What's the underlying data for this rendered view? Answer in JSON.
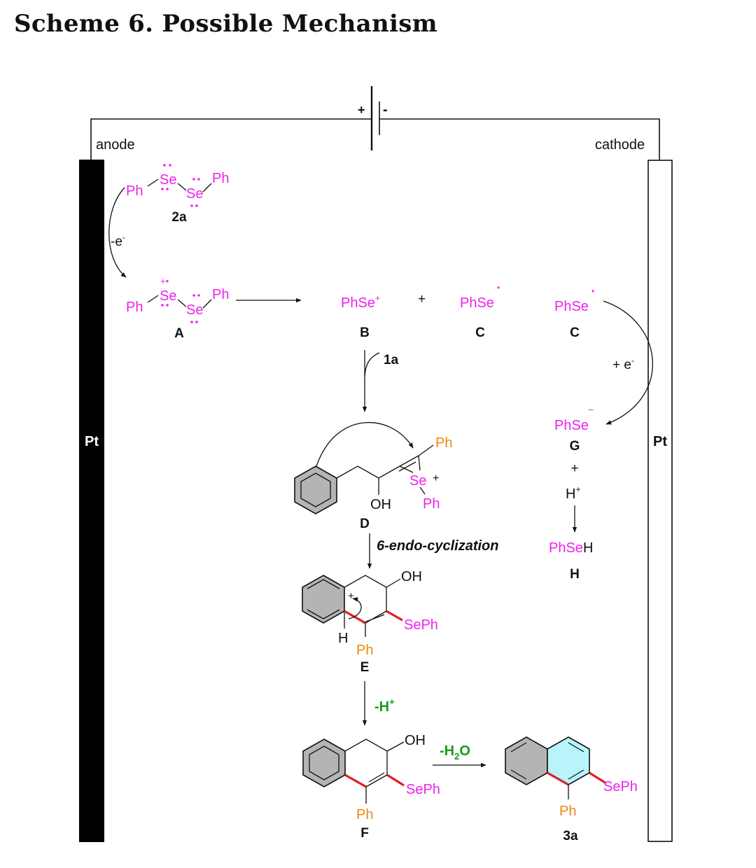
{
  "title": "Scheme 6. Possible Mechanism",
  "battery": {
    "plus": "+",
    "minus": "-"
  },
  "electrodes": {
    "anode_label": "anode",
    "cathode_label": "cathode",
    "anode_material": "Pt",
    "cathode_material": "Pt"
  },
  "steps": {
    "oxidation": "-e",
    "oxidation_sup": "-",
    "reduction": "+ e",
    "reduction_sup": "-",
    "add_1a": "1a",
    "cyclization": "6-endo-cyclization",
    "deprotonation": "-H",
    "deprotonation_sup": "+",
    "dehydration": "-H",
    "dehydration_sub": "2",
    "dehydration_tail": "O",
    "plus": "+"
  },
  "compounds": {
    "2a": {
      "label": "2a",
      "ph1": "Ph",
      "se1": "Se",
      "se2": "Se",
      "ph2": "Ph"
    },
    "A": {
      "label": "A",
      "ph1": "Ph",
      "se1": "Se",
      "se2": "Se",
      "ph2": "Ph",
      "charge": "+•"
    },
    "B": {
      "label": "B",
      "text": "PhSe",
      "charge": "+"
    },
    "C1": {
      "label": "C",
      "text": "PhSe",
      "radical": "•"
    },
    "C2": {
      "label": "C",
      "text": "PhSe",
      "radical": "•"
    },
    "G": {
      "label": "G",
      "text": "PhSe",
      "charge": "−"
    },
    "Hplus": {
      "text": "H",
      "charge": "+"
    },
    "H": {
      "label": "H",
      "text_mag": "PhSe",
      "text_blk": "H"
    },
    "D": {
      "label": "D",
      "oh": "OH",
      "se": "Se",
      "se_charge": "+",
      "ph_top": "Ph",
      "ph_bottom": "Ph"
    },
    "E": {
      "label": "E",
      "oh": "OH",
      "h": "H",
      "seph": "SePh",
      "ph": "Ph",
      "charge": "+"
    },
    "F": {
      "label": "F",
      "oh": "OH",
      "seph": "SePh",
      "ph": "Ph"
    },
    "3a": {
      "label": "3a",
      "seph": "SePh",
      "ph": "Ph"
    }
  },
  "colors": {
    "selenium": "#ee22ee",
    "phenyl": "#ee8811",
    "reagent": "#1a9a1a",
    "new_bond": "#e02020",
    "aromatic_fill": "#b4b4b4",
    "naphthalene_fill": "#b8f4fa"
  }
}
